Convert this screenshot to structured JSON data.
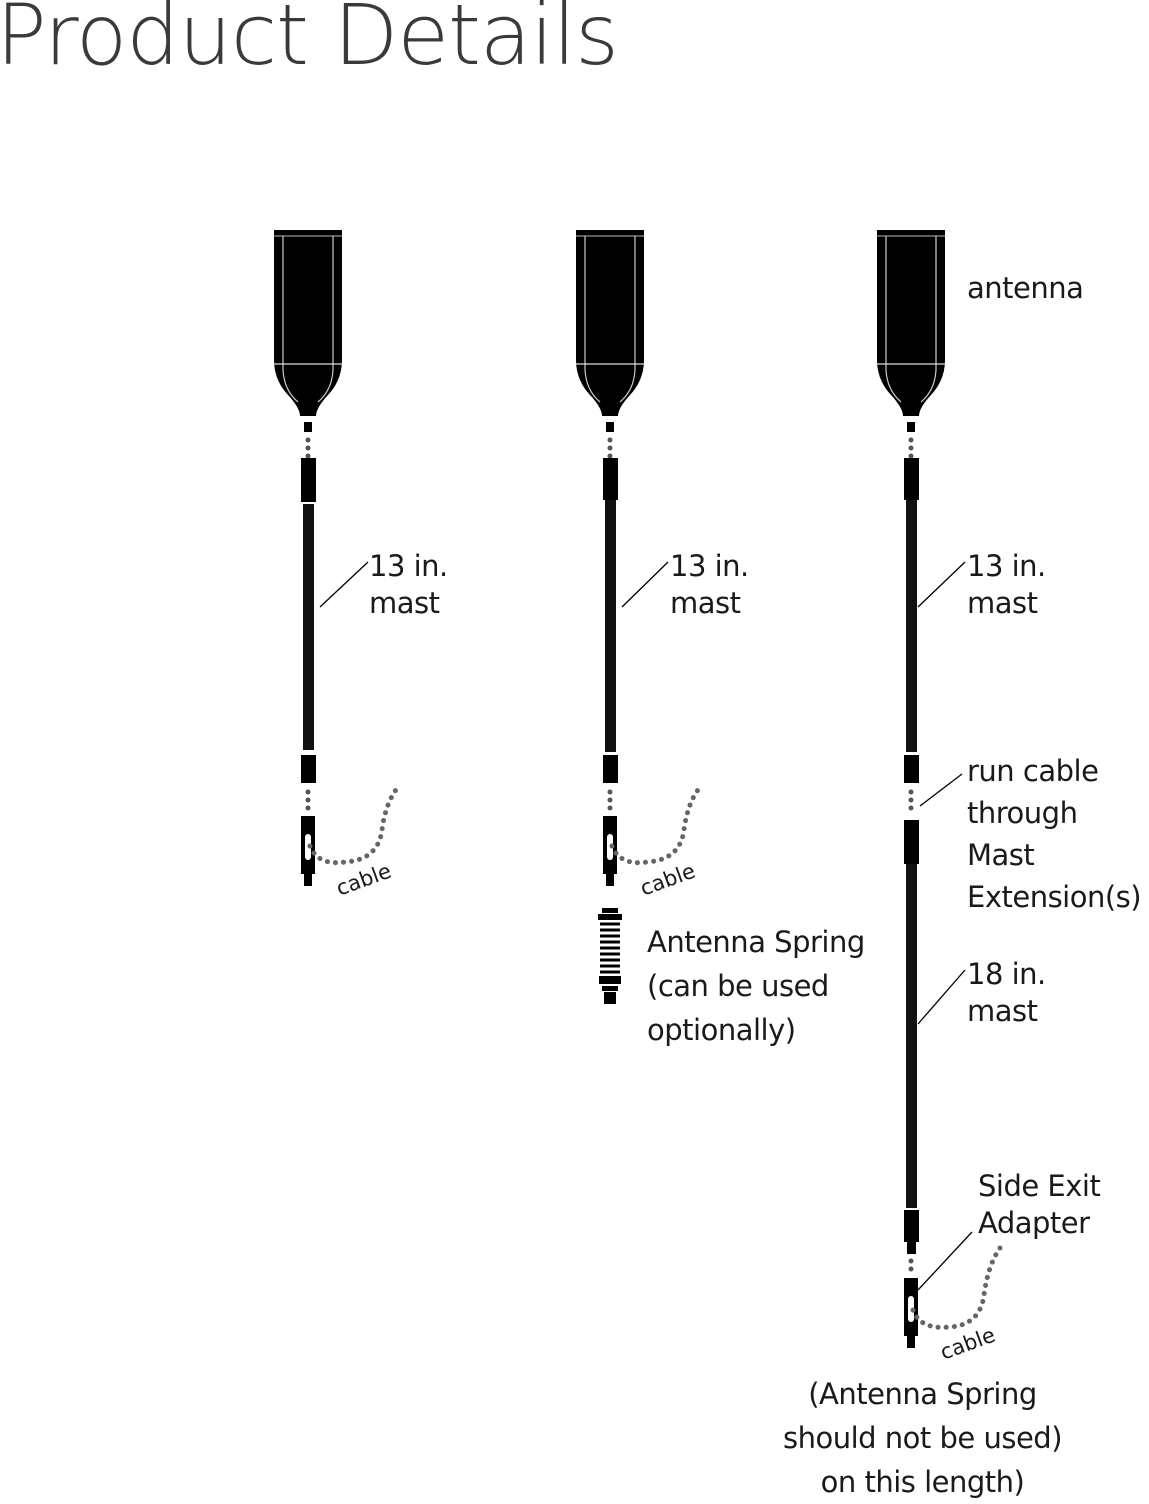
{
  "title": "Product Details",
  "configurations": [
    {
      "id": "config-1",
      "mast_label": [
        "13 in.",
        "mast"
      ],
      "cable_label": "cable"
    },
    {
      "id": "config-2",
      "mast_label": [
        "13 in.",
        "mast"
      ],
      "cable_label": "cable",
      "spring_label": [
        "Antenna Spring",
        "(can be used",
        "optionally)"
      ]
    },
    {
      "id": "config-3",
      "antenna_label": "antenna",
      "mast_label": [
        "13 in.",
        "mast"
      ],
      "extension_label": [
        "run cable",
        "through Mast",
        "Extension(s)"
      ],
      "mast2_label": [
        "18 in.",
        "mast"
      ],
      "adapter_label": [
        "Side Exit",
        "Adapter"
      ],
      "cable_label": "cable",
      "note": [
        "(Antenna Spring",
        "should not be used)",
        "on this length)"
      ]
    }
  ],
  "colors": {
    "ink": "#000000",
    "text": "#1a1a1a",
    "title": "#3a3a3a",
    "cable_dots": "#6b6b6b"
  }
}
